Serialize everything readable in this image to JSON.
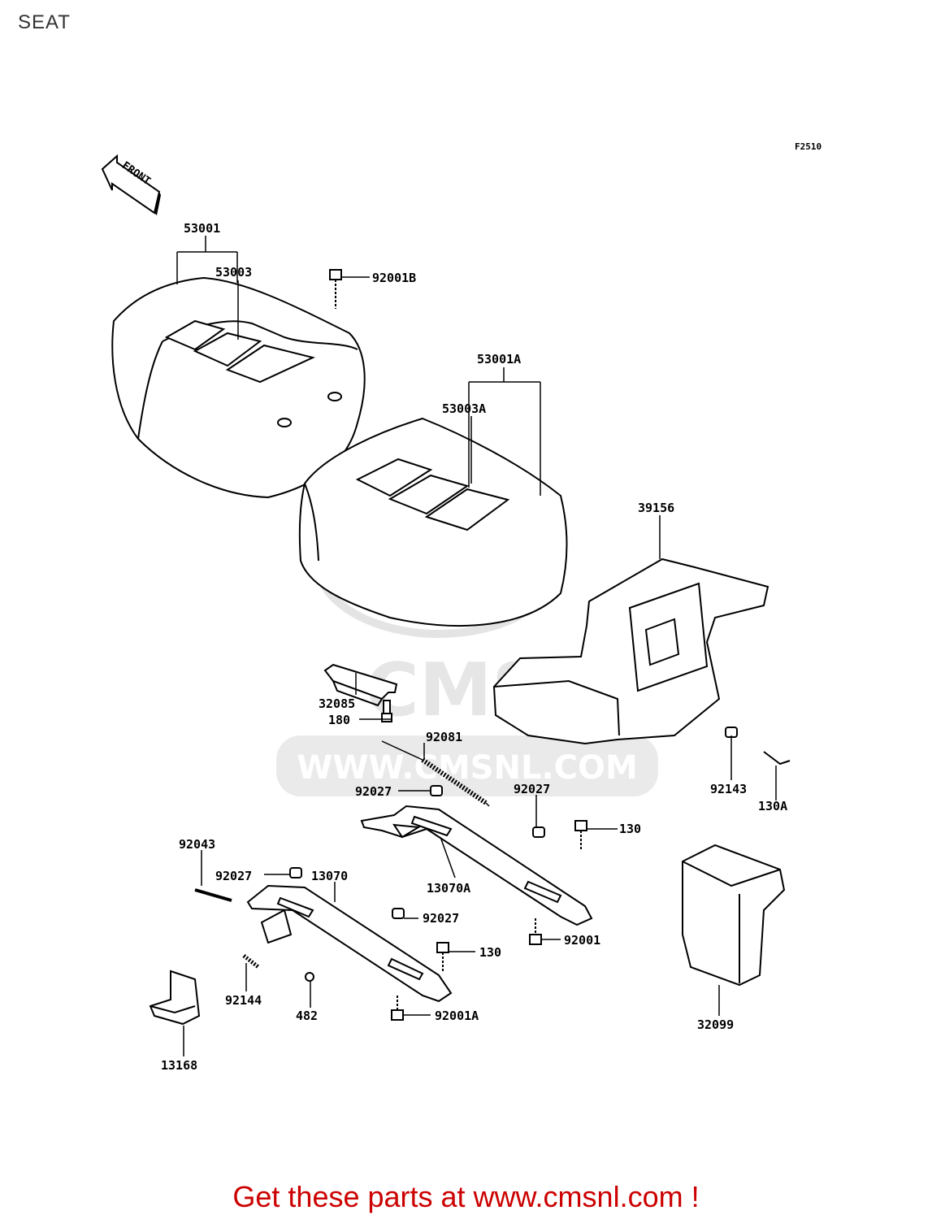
{
  "page": {
    "title": "SEAT"
  },
  "diagram": {
    "figure_code": "F2510",
    "front_label": "FRONT",
    "watermark_text": "WWW.CMSNL.COM",
    "watermark_logo": "CMS",
    "part_labels": {
      "p53001": "53001",
      "p53003": "53003",
      "p92001B": "92001B",
      "p53001A": "53001A",
      "p53003A": "53003A",
      "p39156": "39156",
      "p32085": "32085",
      "p180": "180",
      "p92081": "92081",
      "p92027a": "92027",
      "p92027b": "92027",
      "p92143": "92143",
      "p130A": "130A",
      "p130a": "130",
      "p92043": "92043",
      "p92027c": "92027",
      "p13070": "13070",
      "p13070A": "13070A",
      "p92027d": "92027",
      "p130b": "130",
      "p92001": "92001",
      "p92144": "92144",
      "p482": "482",
      "p92001A": "92001A",
      "p13168": "13168",
      "p32099": "32099"
    },
    "colors": {
      "line": "#000000",
      "watermark": "#d9d9d9",
      "footer": "#cc0000"
    }
  },
  "footer": {
    "link_text": "Get these parts at www.cmsnl.com !"
  }
}
